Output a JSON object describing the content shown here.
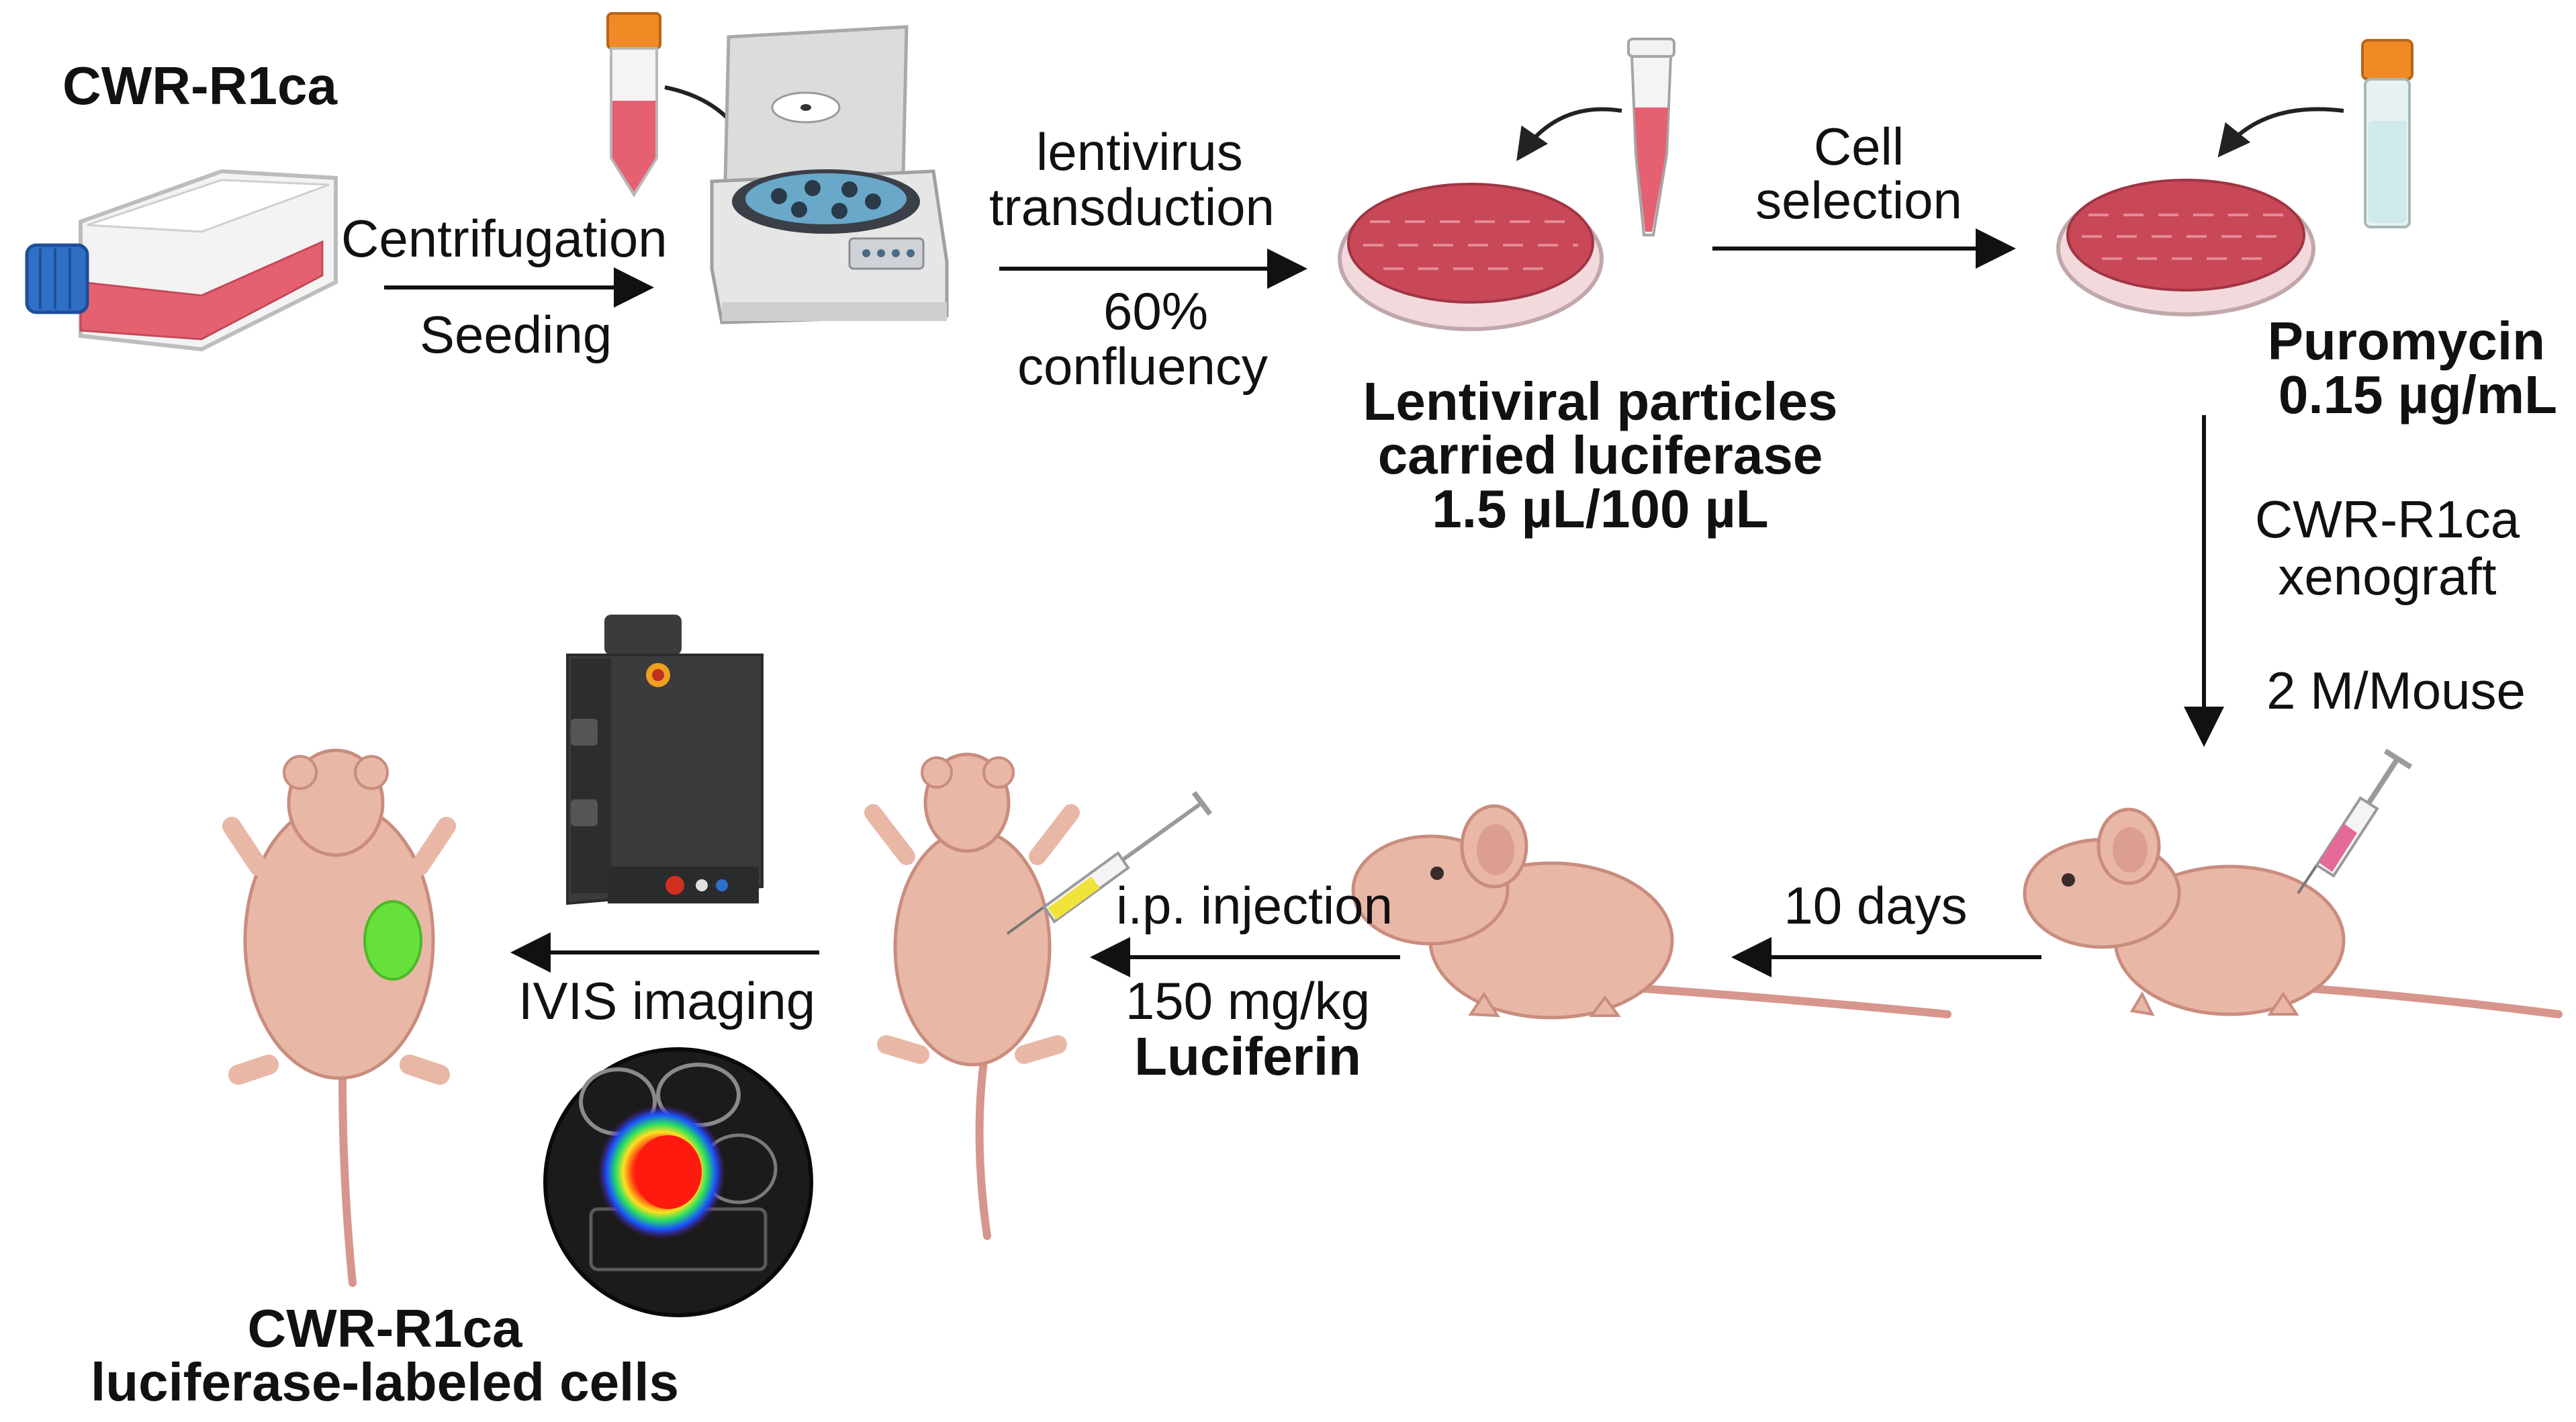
{
  "colors": {
    "arrow": "#111111",
    "media": "#d45c6e",
    "media_dark": "#b4424f",
    "skin": "#e9b7a6",
    "skin_shade": "#d8998a",
    "tail": "#d6968c",
    "tumor": "#66e03a",
    "cap_orange": "#f08a24",
    "cap_blue": "#2f6fc7",
    "yellow_dye": "#f0e33a",
    "device_dark": "#3a3b3d",
    "tray_bg": "#1b1b1b"
  },
  "icons": [
    "culture-flask-icon",
    "conical-tube-icon",
    "centrifuge-icon",
    "petri-dish-icon",
    "microcentrifuge-tube-icon",
    "reagent-vial-icon",
    "syringe-icon",
    "nude-mouse-icon",
    "supine-mouse-icon",
    "ivis-imager-icon",
    "bioluminescence-image-icon"
  ],
  "labels": {
    "start_cells": "CWR-R1ca",
    "centrifugation": "Centrifugation",
    "seeding": "Seeding",
    "lentivirus_line1": "lentivirus",
    "lentivirus_line2": "transduction",
    "confluency_line1": "60%",
    "confluency_line2": "confluency",
    "particles_line1": "Lentiviral particles",
    "particles_line2": "carried luciferase",
    "particles_line3": "1.5 µL/100 µL",
    "cell_line1": "Cell",
    "cell_line2": "selection",
    "puromycin_line1": "Puromycin",
    "puromycin_line2": "0.15 µg/mL",
    "xenograft_line1": "CWR-R1ca",
    "xenograft_line2": "xenograft",
    "dose": "2 M/Mouse",
    "days": "10 days",
    "injection": "i.p. injection",
    "luciferin_dose": "150 mg/kg",
    "luciferin": "Luciferin",
    "imaging": "IVIS imaging",
    "result_line1": "CWR-R1ca",
    "result_line2": "luciferase-labeled cells"
  }
}
